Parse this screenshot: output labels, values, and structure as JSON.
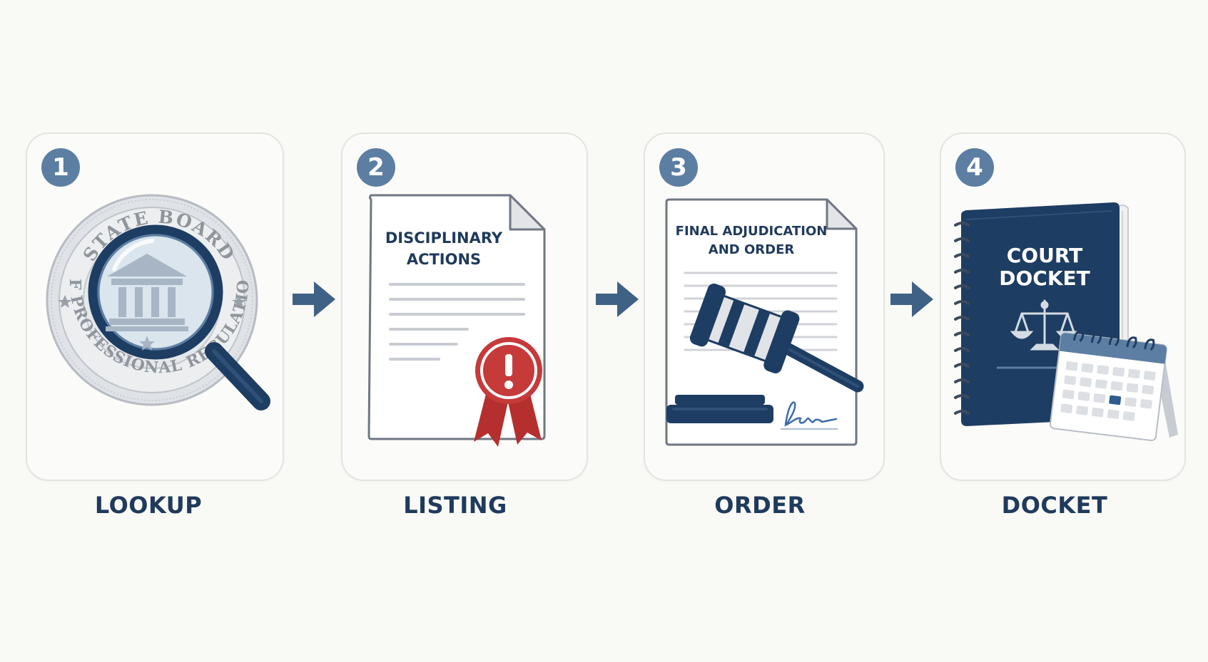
{
  "colors": {
    "page_background": "#f9f9f6",
    "card_border": "#e4e4e0",
    "badge_fill": "#5c7ea3",
    "label_text": "#1f3a5c",
    "arrow": "#3f6185",
    "navy": "#1e3d63",
    "alert_red": "#c63a3a"
  },
  "steps": [
    {
      "number": "1",
      "label": "LOOKUP",
      "seal_top_text": "STATE BOARD",
      "seal_bottom_text": "OF PROFESSIONAL REGULATION",
      "icons": [
        "state-board-seal-icon",
        "magnifying-glass-icon",
        "courthouse-icon",
        "star-icon"
      ]
    },
    {
      "number": "2",
      "label": "LISTING",
      "document_title_line1": "DISCIPLINARY",
      "document_title_line2": "ACTIONS",
      "icons": [
        "document-icon",
        "alert-ribbon-icon"
      ]
    },
    {
      "number": "3",
      "label": "ORDER",
      "document_title_line1": "FINAL ADJUDICATION",
      "document_title_line2": "AND ORDER",
      "icons": [
        "document-icon",
        "gavel-icon",
        "signature-icon"
      ]
    },
    {
      "number": "4",
      "label": "DOCKET",
      "book_title_line1": "COURT",
      "book_title_line2": "DOCKET",
      "icons": [
        "docket-book-icon",
        "scales-of-justice-icon",
        "desk-calendar-icon"
      ]
    }
  ],
  "connectors": [
    "arrow-right-icon",
    "arrow-right-icon",
    "arrow-right-icon"
  ]
}
